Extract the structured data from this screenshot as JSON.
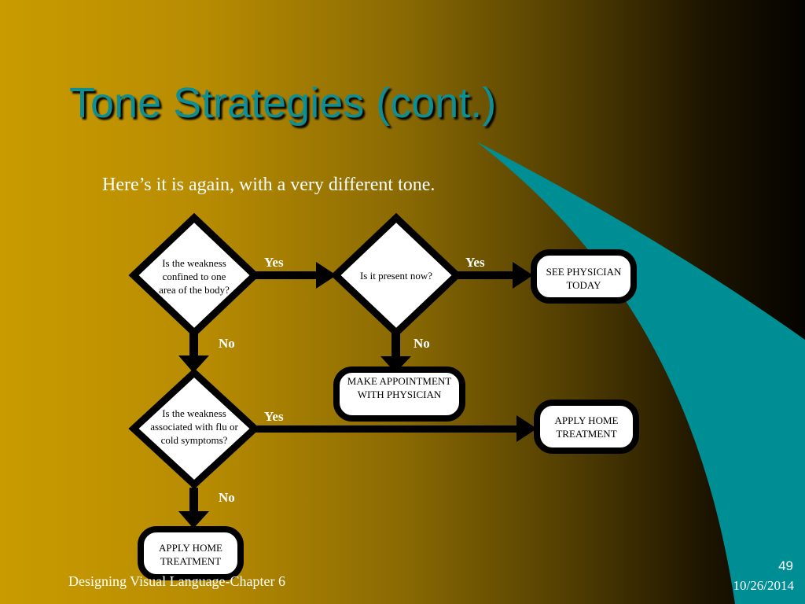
{
  "slide": {
    "title": "Tone Strategies (cont.)",
    "subtitle": "Here’s it is again, with a very different tone.",
    "footer_left": "Designing Visual Language-Chapter 6",
    "page_number": "49",
    "date": "10/26/2014"
  },
  "colors": {
    "title": "#0f8f93",
    "accent_teal": "#008e95",
    "background_left": "#c99b00",
    "background_right": "#050300",
    "shape_outline": "#000000",
    "shape_fill": "#ffffff"
  },
  "diagram": {
    "nodes": {
      "q1": {
        "kind": "decision",
        "text": "Is the weakness confined to one area of the body?"
      },
      "q2": {
        "kind": "decision",
        "text": "Is it present now?"
      },
      "q3": {
        "kind": "decision",
        "text": "Is the weakness associated with flu or cold symptoms?"
      },
      "see_physician": {
        "kind": "outcome",
        "text": "SEE PHYSICIAN TODAY"
      },
      "make_appointment": {
        "kind": "outcome",
        "text": "MAKE APPOINTMENT WITH PHYSICIAN"
      },
      "home_treatment_right": {
        "kind": "outcome",
        "text": "APPLY HOME TREATMENT"
      },
      "home_treatment_bottom": {
        "kind": "outcome",
        "text": "APPLY HOME TREATMENT"
      }
    },
    "edges": {
      "q1_yes": {
        "from": "q1",
        "to": "q2",
        "label": "Yes"
      },
      "q2_yes": {
        "from": "q2",
        "to": "see_physician",
        "label": "Yes"
      },
      "q2_no": {
        "from": "q2",
        "to": "make_appointment",
        "label": "No"
      },
      "q1_no": {
        "from": "q1",
        "to": "q3",
        "label": "No"
      },
      "q3_yes": {
        "from": "q3",
        "to": "home_treatment_right",
        "label": "Yes"
      },
      "q3_no": {
        "from": "q3",
        "to": "home_treatment_bottom",
        "label": "No"
      }
    }
  }
}
